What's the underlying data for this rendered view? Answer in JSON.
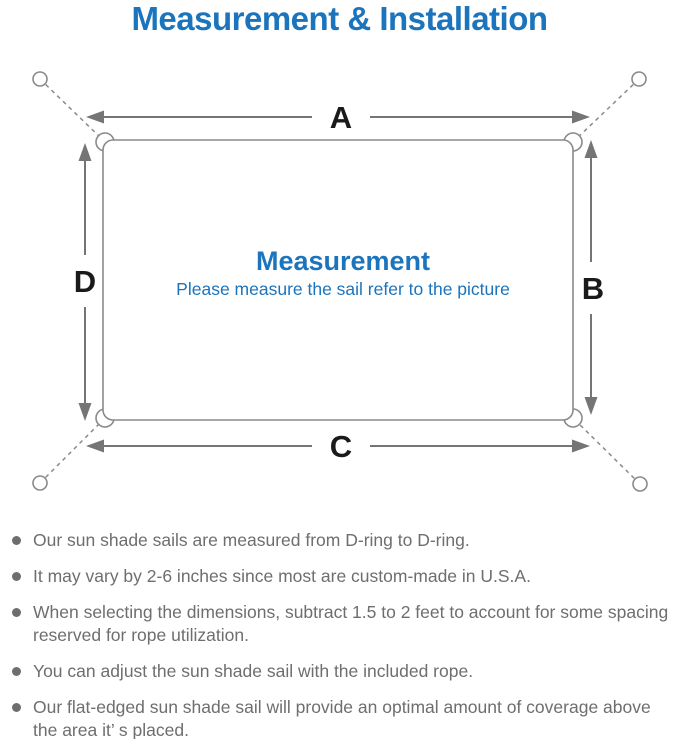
{
  "page": {
    "title": "Measurement & Installation"
  },
  "colors": {
    "accent_blue": "#1b74bc",
    "text_gray": "#6e6e6e",
    "line_gray": "#8a8a8a",
    "arrow_gray": "#757575",
    "label_black": "#1a1a1a"
  },
  "diagram": {
    "labels": {
      "top": "A",
      "right": "B",
      "bottom": "C",
      "left": "D"
    },
    "center_title": "Measurement",
    "center_subtitle": "Please measure the sail refer to the picture"
  },
  "notes": {
    "items": [
      "Our sun shade sails are measured from D-ring to D-ring.",
      "It may vary by 2-6 inches since most are custom-made in U.S.A.",
      "When selecting the dimensions, subtract 1.5 to 2 feet to account for some spacing reserved for rope utilization.",
      "You can adjust the sun shade sail with the included rope.",
      "Our flat-edged sun shade sail will provide an optimal amount of coverage above the area it’ s placed."
    ]
  }
}
